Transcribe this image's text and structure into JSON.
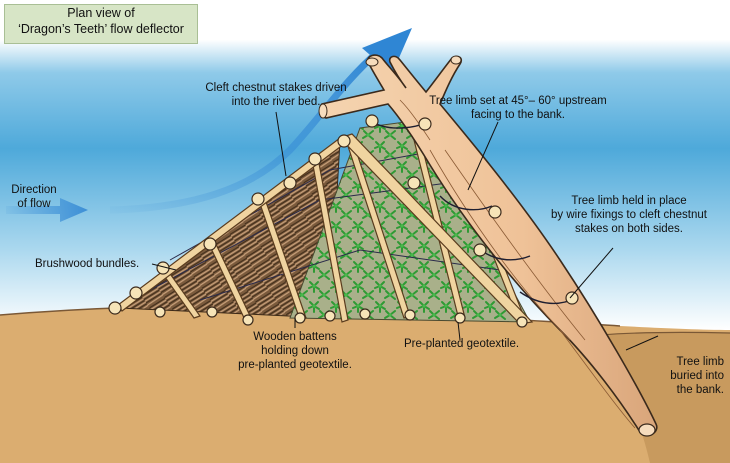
{
  "title": {
    "line1": "Plan view of",
    "line2": "‘Dragon’s Teeth’ flow deflector"
  },
  "labels": {
    "stakes": [
      "Cleft chestnut stakes driven",
      "into the river bed."
    ],
    "limb_angle": [
      "Tree limb set at 45°– 60° upstream",
      "facing to the bank."
    ],
    "direction": [
      "Direction",
      "of flow"
    ],
    "wire": [
      "Tree limb held in place",
      "by wire fixings to cleft chestnut",
      "stakes on both sides."
    ],
    "brushwood": "Brushwood bundles.",
    "battens": [
      "Wooden battens",
      "holding down",
      "pre-planted geotextile."
    ],
    "geotextile": "Pre-planted geotextile.",
    "buried": [
      "Tree limb",
      "buried into",
      "the bank."
    ]
  },
  "colors": {
    "water_top": "#3f9fd3",
    "water_bottom": "#eef7fc",
    "riverbed": "#d8ac70",
    "bank": "#c99a5c",
    "limb": "#f0c9a2",
    "limb_outline": "#3b2a1c",
    "geotextile": "#b3b090",
    "plants": "#35a33a",
    "brushwood": "#8a6a4a",
    "stake": "#f3d8a8",
    "flow_arrow": "#3d8fd6"
  }
}
